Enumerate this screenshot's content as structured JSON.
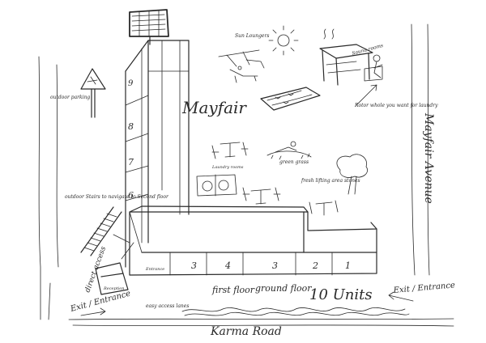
{
  "sketch": {
    "site_name": "Mayfair",
    "floors": [
      "9",
      "8",
      "7",
      "6"
    ],
    "units": [
      "3",
      "4",
      "3",
      "2",
      "1"
    ],
    "labels": {
      "outdoor_parking": "outdoor parking",
      "sun_loungers": "Sun Loungers",
      "sauna": "Sauna rooms",
      "rotor": "Rotor whole you want for laundry",
      "laundry": "Laundry rooms",
      "green_grass": "green grass",
      "fresh_lifting": "fresh lifting area stones",
      "outdoor_stairs": "outdoor Stairs to navigate to Second floor",
      "direct_access": "direct access",
      "road_label": "Mayfair Avenue",
      "entrance_sign": "Entrance",
      "reception": "Reception",
      "easy_access": "easy access lanes",
      "first_floor": "first floor",
      "ground_floor": "ground floor",
      "units_total": "10 Units",
      "exit_left": "Exit / Entrance",
      "exit_right": "Exit / Entrance",
      "karma_road": "Karma Road"
    }
  }
}
